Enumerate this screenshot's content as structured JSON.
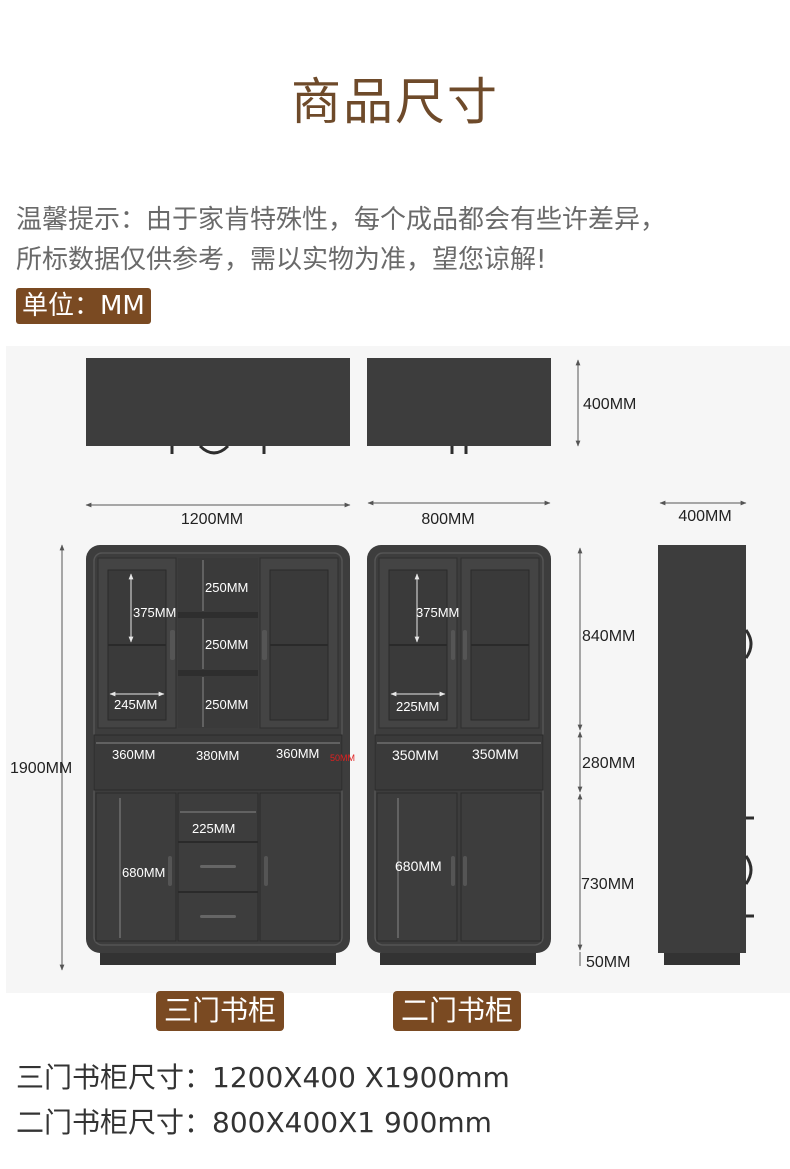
{
  "page_title": "商品尺寸",
  "notice_line1": "温馨提示：由于家肯特殊性，每个成品都会有些许差异，",
  "notice_line2": "所标数据仅供参考，需以实物为准，望您谅解!",
  "unit_badge": "单位：MM",
  "dims": {
    "depth_top": "400MM",
    "width_3door": "1200MM",
    "width_2door": "800MM",
    "depth_side": "400MM",
    "height_total": "1900MM",
    "h_upper": "840MM",
    "h_middle": "280MM",
    "h_lower": "730MM",
    "h_base": "50MM",
    "c3_glass_h": "375MM",
    "c3_shelf1": "250MM",
    "c3_shelf2": "250MM",
    "c3_shelf3": "250MM",
    "c3_glass_w": "245MM",
    "c3_mid_left": "360MM",
    "c3_mid_center": "380MM",
    "c3_mid_right": "360MM",
    "c3_mid_gap": "50MM",
    "c3_drawer_w": "225MM",
    "c3_lower_h": "680MM",
    "c2_glass_h": "375MM",
    "c2_glass_w": "225MM",
    "c2_mid_left": "350MM",
    "c2_mid_right": "350MM",
    "c2_lower_h": "680MM"
  },
  "names": {
    "three_door": "三门书柜",
    "two_door": "二门书柜"
  },
  "specs": {
    "three_door": "三门书柜尺寸：1200X400 X1900mm",
    "two_door": "二门书柜尺寸：800X400X1 900mm"
  },
  "colors": {
    "brand": "#7a4a22",
    "cabinet": "#3d3d3d",
    "title": "#6e4a2a"
  }
}
